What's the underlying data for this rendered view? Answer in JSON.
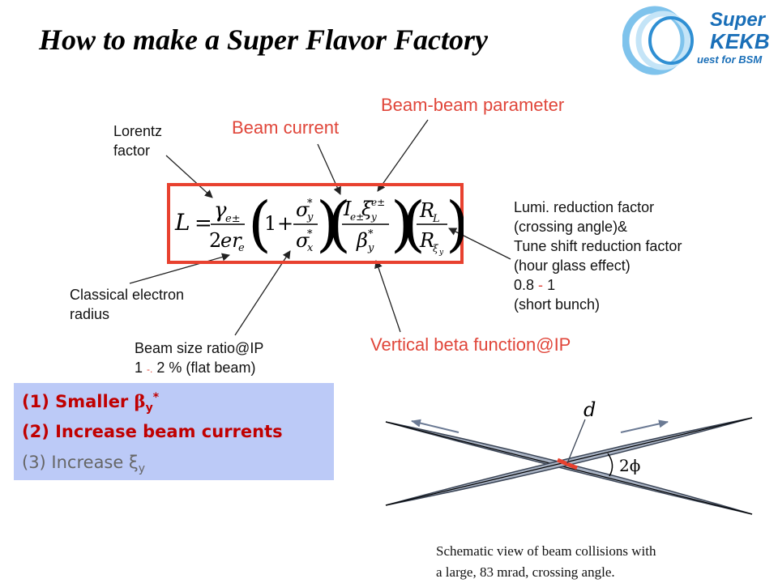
{
  "title": "How to make a Super Flavor Factory",
  "logo": {
    "line1": "Super",
    "line2": "KEKB",
    "line3": "uest for BSM"
  },
  "labels": {
    "lorentz": [
      "Lorentz",
      "factor"
    ],
    "beam_current": "Beam current",
    "beam_beam": "Beam-beam parameter",
    "lumi_lines": [
      "Lumi. reduction factor",
      "(crossing angle)&",
      "Tune shift reduction factor",
      "(hour glass effect)"
    ],
    "lumi_range_a": "0.8",
    "lumi_range_dash": "-",
    "lumi_range_b": "1",
    "lumi_short": "(short bunch)",
    "classical": [
      "Classical electron",
      "radius"
    ],
    "size_ratio": "Beam size ratio@IP",
    "size_ratio_a": "1",
    "size_ratio_dash": "-.",
    "size_ratio_b": "2 % (flat beam)",
    "vertical_beta": "Vertical beta function@IP"
  },
  "steps": {
    "s1_prefix": "(1) Smaller ",
    "s1_beta": "β",
    "s1_sub": "y",
    "s1_sup": "*",
    "s2": "(2) Increase beam currents",
    "s3_prefix": "(3) Increase ξ",
    "s3_sub": "y"
  },
  "diagram": {
    "d_label": "d",
    "angle_label": "2ϕ"
  },
  "caption": [
    "Schematic view of beam collisions with",
    "a large, 83 mrad, crossing angle."
  ],
  "colors": {
    "accent_red": "#e8412f",
    "step_box": "#bccaf7",
    "beam_fill": "#a8b2c3",
    "logo_blue": "#1a6fb8"
  }
}
